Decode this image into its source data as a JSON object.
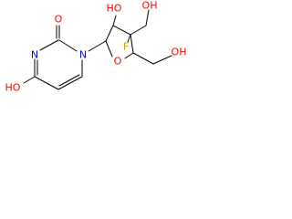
{
  "colors": {
    "bond": "#000000",
    "oxygen": "#ff0000",
    "nitrogen": "#0000ff",
    "fluorine": "#c8a000",
    "carbon": "#000000"
  },
  "atoms": {
    "ring_o_carbonyl": "O",
    "ring_o_hydroxyl": "HO",
    "n1": "N",
    "n3": "N",
    "furanose_o": "O",
    "c2_hydroxyl": "HO",
    "c3_fluorine": "F",
    "c3_ch2oh": "OH",
    "c4_ch2oh": "OH"
  }
}
